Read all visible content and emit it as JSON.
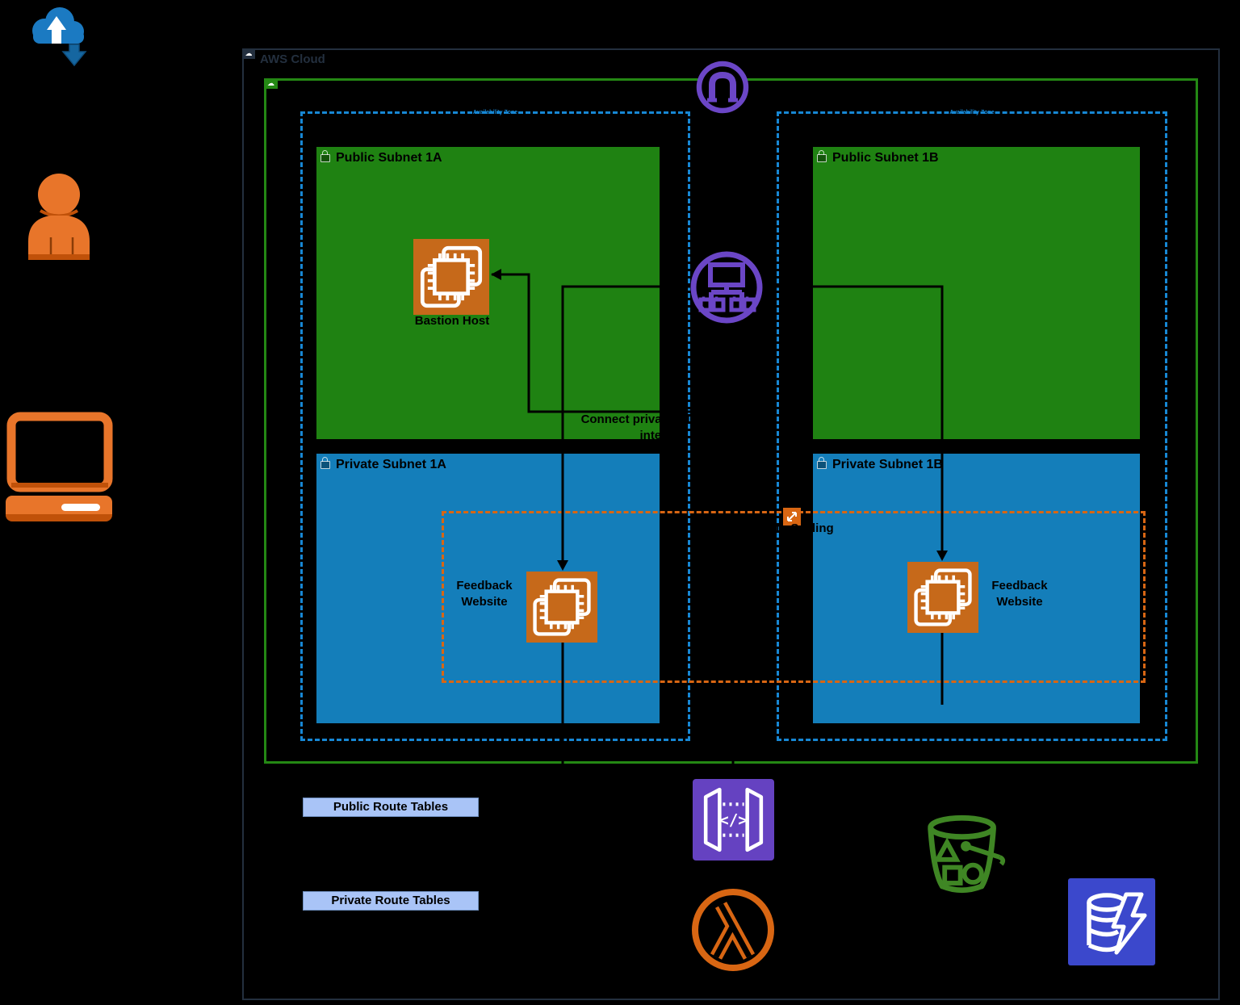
{
  "labels": {
    "aws_cloud": "AWS Cloud",
    "az_left": "Availability Zone",
    "az_right": "Availability Zone",
    "public_subnet_1a": "Public Subnet 1A",
    "public_subnet_1b": "Public Subnet 1B",
    "private_subnet_1a": "Private Subnet 1A",
    "private_subnet_1b": "Private Subnet 1B",
    "bastion_host": "Bastion Host",
    "feedback_left": "Feedback Website",
    "feedback_right": "Feedback Website",
    "connect_annotation": "Connect private subnet with internet",
    "auto_scaling": "Auto Scaling",
    "public_route_tables": "Public Route Tables",
    "private_route_tables": "Private Route Tables",
    "api_gateway_glyph": "</>"
  },
  "icons": {
    "top_left": "internet-cloud-icon",
    "left_1": "user-icon",
    "left_2": "laptop-icon",
    "on_vpc_border": "internet-gateway-icon",
    "center": "elastic-load-balancer-icon",
    "compute": "ec2-instance-icon",
    "scaling": "auto-scaling-group-icon",
    "bottom_1": "api-gateway-icon",
    "bottom_2": "lambda-icon",
    "bottom_3": "s3-bucket-icon",
    "bottom_4": "dynamodb-icon",
    "corner_1": "aws-cloud-icon",
    "corner_2": "vpc-icon",
    "subnet_corner": "lock-icon"
  },
  "colors": {
    "background": "#000000",
    "aws_cloud_border": "#232F3E",
    "vpc_green": "#248814",
    "public_subnet_fill": "#1F8212",
    "private_subnet_fill": "#147EBA",
    "availability_zone_dash": "#1787D4",
    "auto_scaling_orange": "#D86613",
    "ec2_orange": "#C6691A",
    "gateway_purple": "#6B46C6",
    "lambda_orange": "#D86613",
    "s3_green": "#3F8624",
    "dynamodb_indigo": "#3B48CC",
    "route_table_fill": "#A9C4F7",
    "route_table_border": "#7090C0",
    "client_orange": "#E8752A"
  }
}
